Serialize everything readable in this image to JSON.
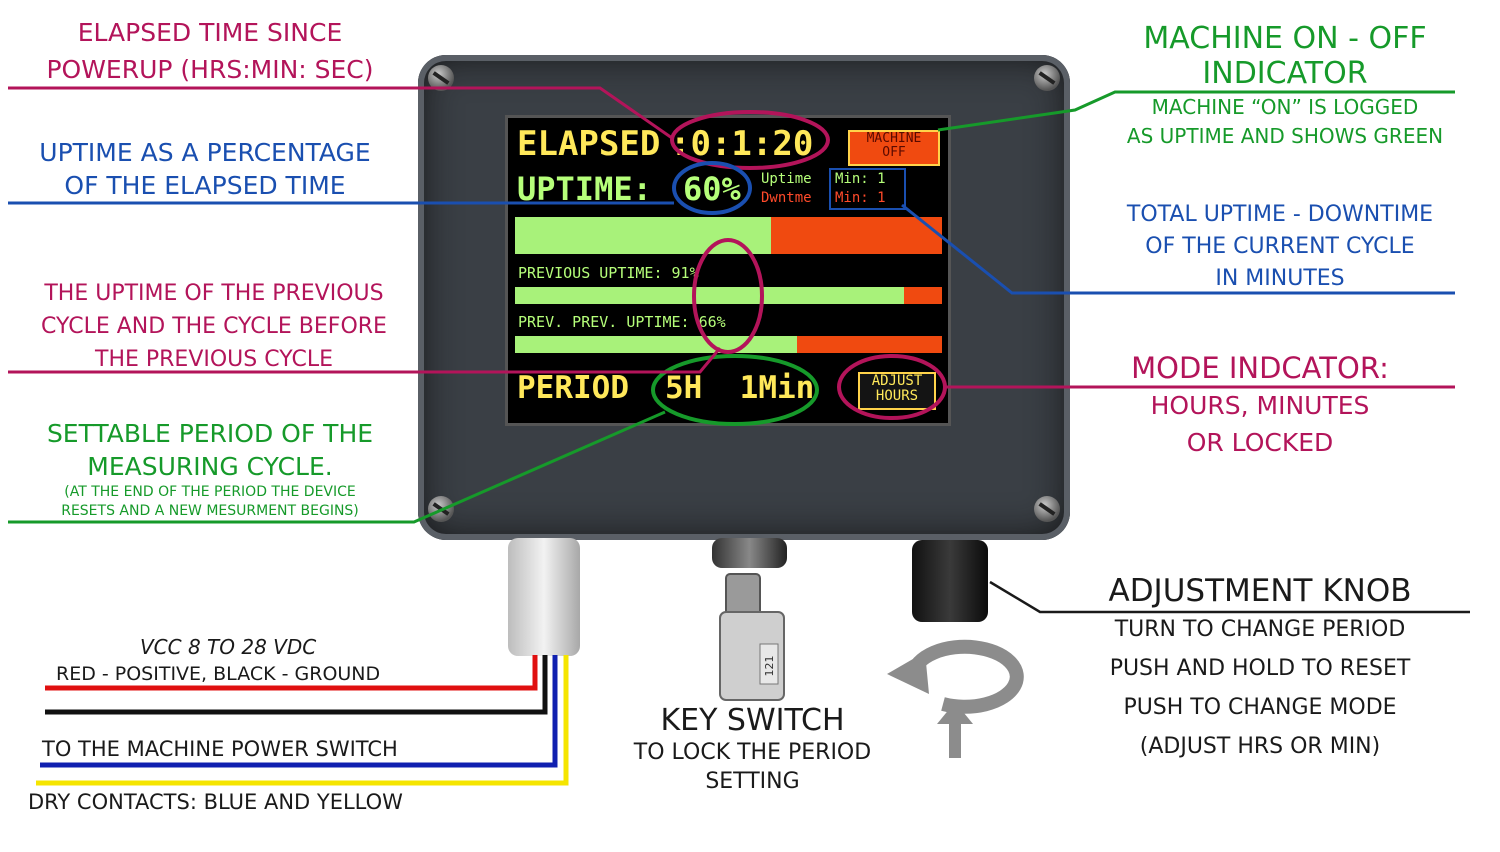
{
  "callouts": {
    "elapsed": [
      "ELAPSED TIME SINCE",
      "POWERUP (HRS:MIN: SEC)"
    ],
    "uptime_pct": [
      "UPTIME AS A PERCENTAGE",
      "OF THE ELAPSED TIME"
    ],
    "prev_cycles": [
      "THE UPTIME OF THE PREVIOUS",
      "CYCLE AND THE CYCLE BEFORE",
      "THE PREVIOUS CYCLE"
    ],
    "period": [
      "SETTABLE PERIOD OF THE",
      "MEASURING CYCLE."
    ],
    "period_note": [
      "(AT THE END OF THE PERIOD THE DEVICE",
      "RESETS AND A NEW MESURMENT BEGINS)"
    ],
    "machine_title": [
      "MACHINE  ON - OFF",
      "INDICATOR"
    ],
    "machine_desc": [
      "MACHINE “ON” IS LOGGED",
      "AS UPTIME AND SHOWS GREEN"
    ],
    "total_uptime": [
      "TOTAL UPTIME - DOWNTIME",
      "OF THE CURRENT CYCLE",
      "IN MINUTES"
    ],
    "mode_title": "MODE INDCATOR:",
    "mode_desc": [
      "HOURS, MINUTES",
      "OR LOCKED"
    ],
    "knob_title": "ADJUSTMENT KNOB",
    "knob_desc": [
      "TURN TO CHANGE PERIOD",
      "PUSH AND HOLD TO RESET",
      "PUSH TO CHANGE MODE",
      "(ADJUST HRS OR MIN)"
    ],
    "key_title": "KEY SWITCH",
    "key_desc": [
      "TO LOCK THE PERIOD",
      "SETTING"
    ],
    "wires": {
      "vcc": "VCC 8 TO 28 VDC",
      "polarity": "RED - POSITIVE, BLACK - GROUND",
      "machine_switch": "TO THE MACHINE POWER SWITCH",
      "dry": "DRY CONTACTS: BLUE AND YELLOW"
    }
  },
  "lcd": {
    "elapsed_label": "ELAPSED",
    "elapsed_value": ":0:1:20",
    "uptime_label": "UPTIME:",
    "uptime_value": "60%",
    "uptime_word": "Uptime",
    "downtime_word": "Dwntme",
    "uptime_min": "Min: 1",
    "downtime_min": "Min: 1",
    "machine_status": [
      "MACHINE",
      "OFF"
    ],
    "current_uptime_fraction": 0.6,
    "prev_label": "PREVIOUS UPTIME: 91%",
    "prev_fraction": 0.91,
    "prev_prev_label": "PREV. PREV. UPTIME: 66%",
    "prev_prev_fraction": 0.66,
    "period_label": "PERIOD",
    "period_value": "5H  1Min",
    "mode": [
      "ADJUST",
      "HOURS"
    ]
  },
  "key_tag": "121",
  "colors": {
    "magenta": "#b3145a",
    "blue": "#1a4fb0",
    "green": "#169a2a",
    "bar_green": "#a8f27a",
    "bar_red": "#f04a10",
    "lcd_yellow": "#ffe85a",
    "wire_red": "#e01010",
    "wire_blue": "#1020b0",
    "wire_yellow": "#f5e500"
  }
}
